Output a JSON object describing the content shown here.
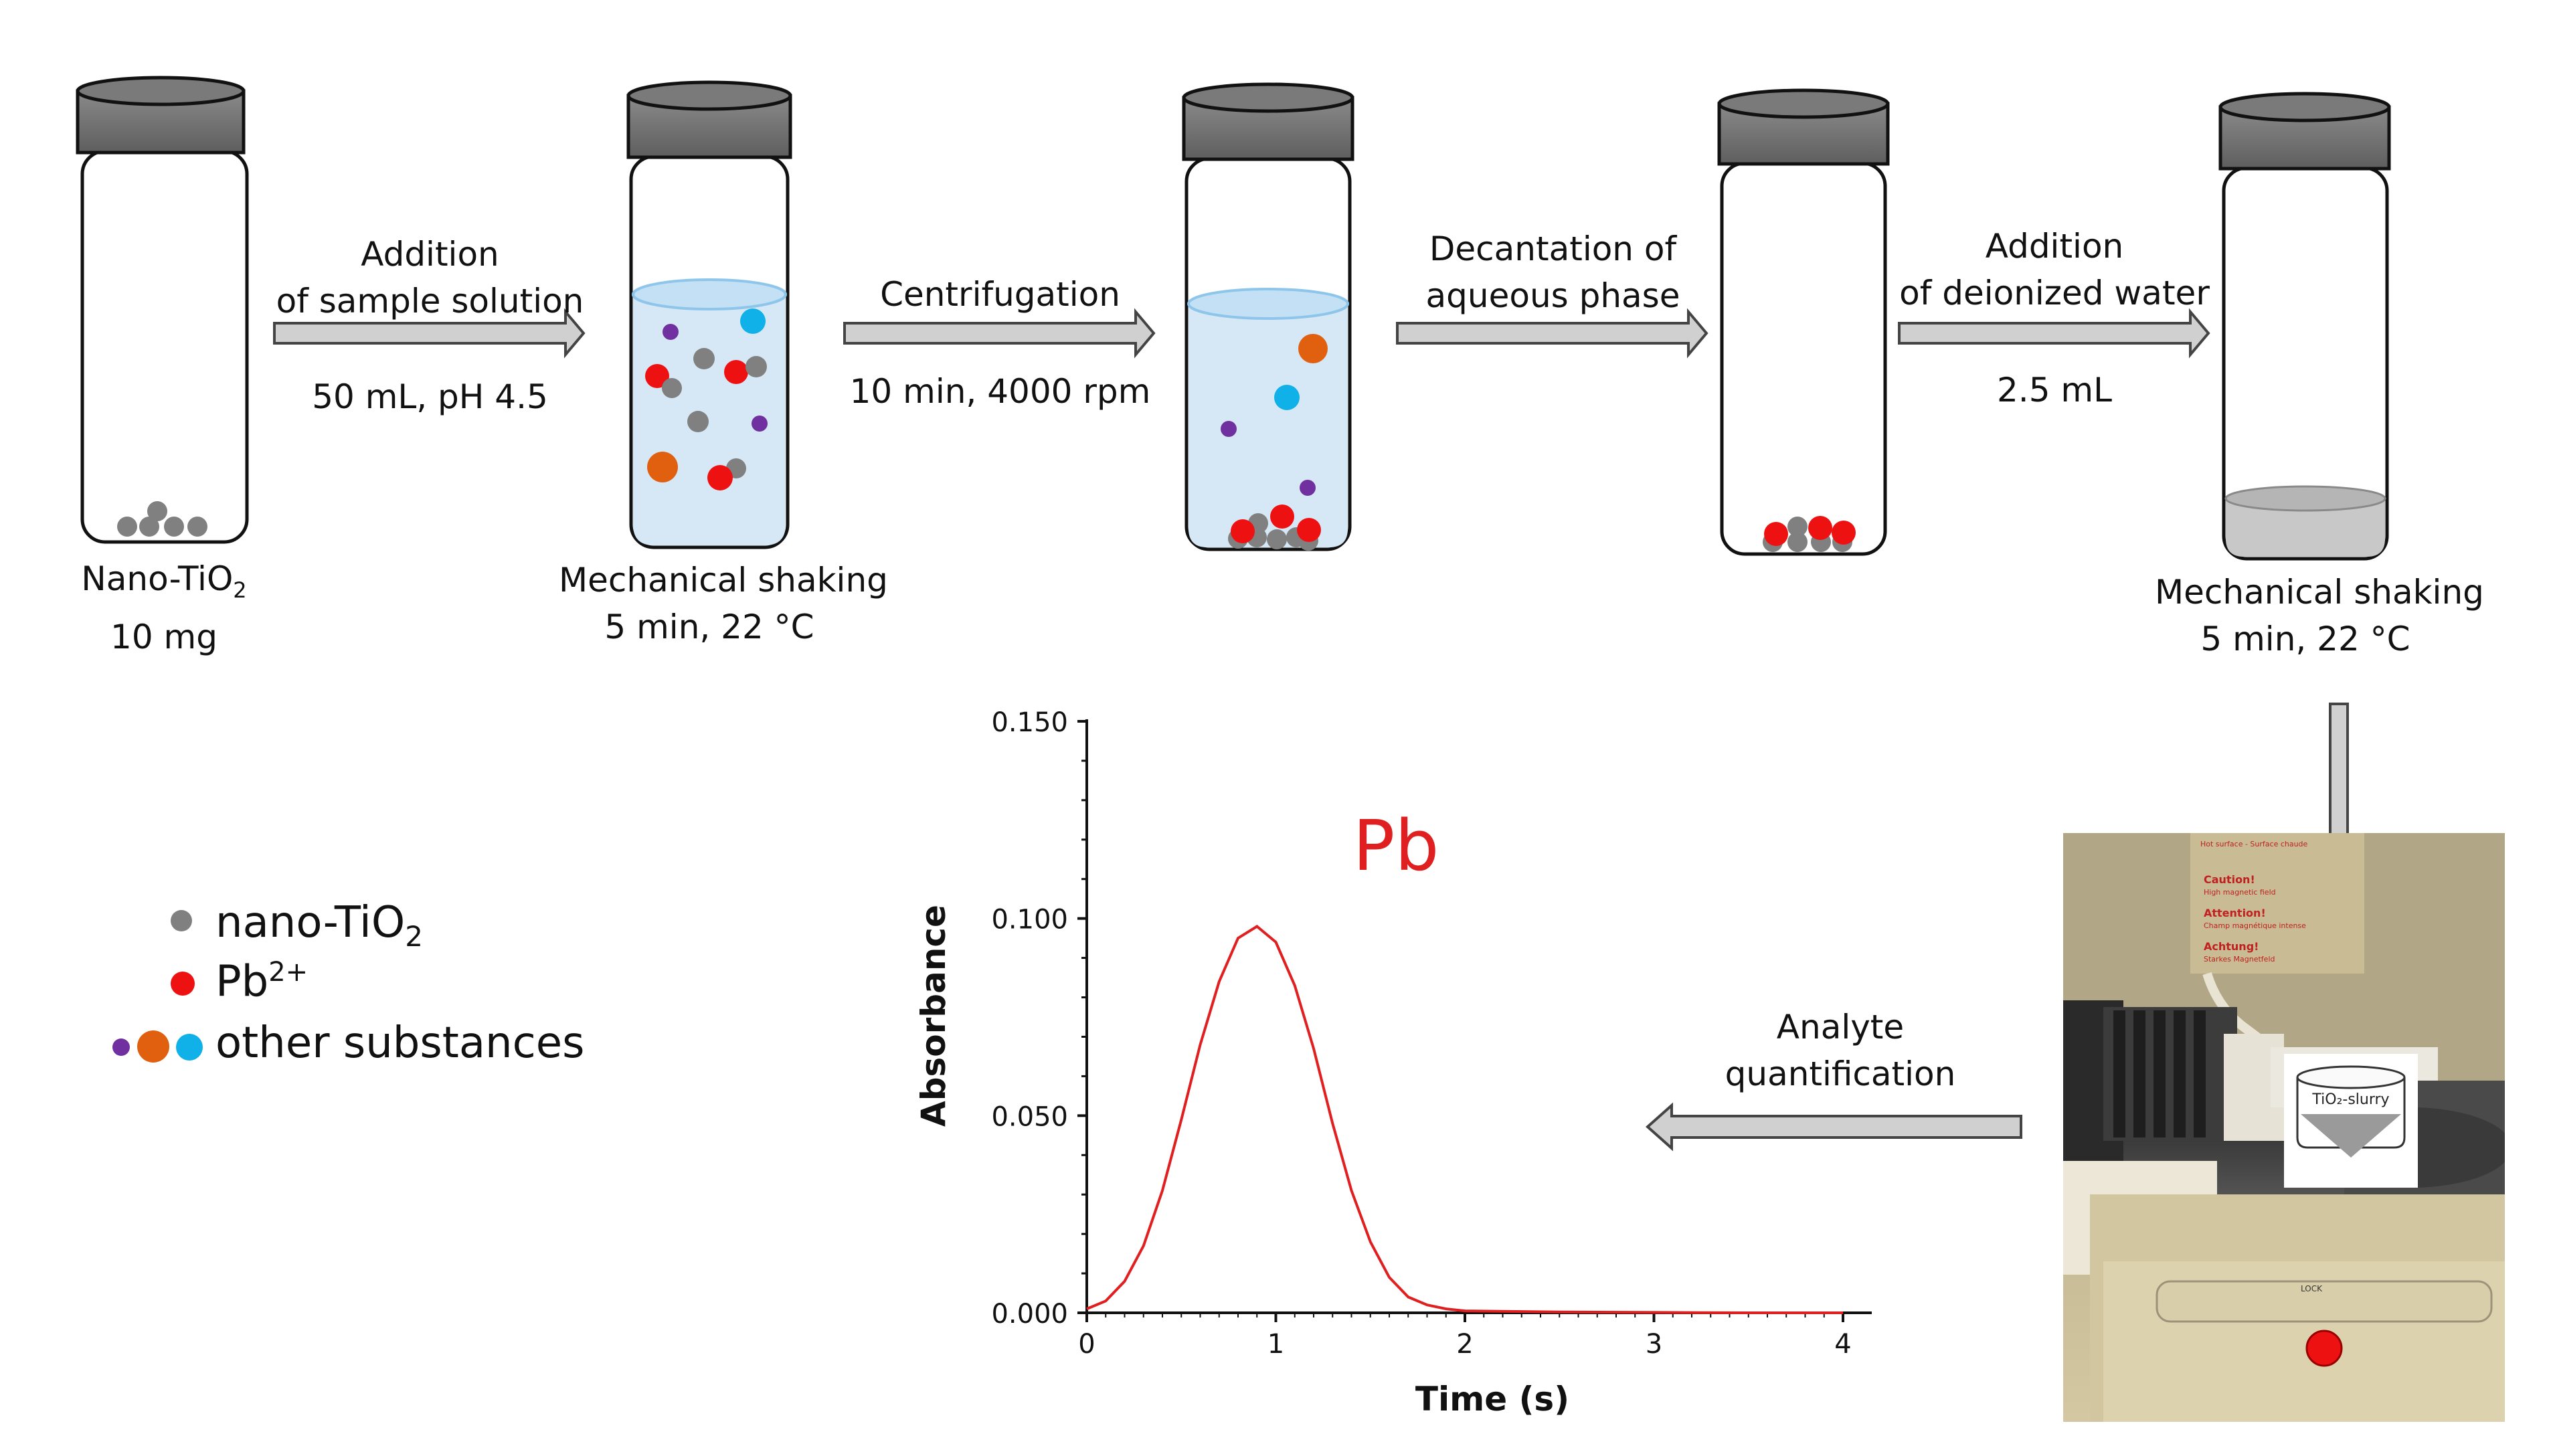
{
  "steps": [
    {
      "id": "start",
      "label_line1": "Nano-TiO",
      "label_sub": "2",
      "label_line2": "10 mg"
    },
    {
      "id": "s2",
      "label_line1": "Mechanical shaking",
      "label_line2": "5 min, 22 °C"
    },
    {
      "id": "s5",
      "label_line1": "Mechanical shaking",
      "label_line2": "5 min, 22 °C"
    }
  ],
  "arrows": [
    {
      "top1": "Addition",
      "top2": "of sample solution",
      "bottom": "50 mL, pH 4.5"
    },
    {
      "top1": "Centrifugation",
      "top2": "",
      "bottom": "10 min, 4000 rpm"
    },
    {
      "top1": "Decantation of",
      "top2": "aqueous phase",
      "bottom": ""
    },
    {
      "top1": "Addition",
      "top2": "of deionized water",
      "bottom": "2.5 mL"
    },
    {
      "top1": "Analyte",
      "top2": "quantification",
      "bottom": ""
    }
  ],
  "legend": {
    "tio2": {
      "text": "nano-TiO",
      "sub": "2"
    },
    "pb": {
      "text": "Pb",
      "sup": "2+"
    },
    "other": {
      "text": "other substances"
    }
  },
  "photo": {
    "slurry_label": "TiO₂-slurry",
    "warnings": [
      "Hot surface - Surface chaude",
      "Caution!",
      "High magnetic field",
      "Attention!",
      "Champ magnétique intense",
      "Achtung!",
      "Starkes Magnetfeld",
      "LOCK"
    ]
  },
  "colors": {
    "tio2": "#808080",
    "pb": "#ee1111",
    "other_purple": "#7030a0",
    "other_orange": "#e06010",
    "other_cyan": "#10b0e8",
    "liquid": "#d6e8f5",
    "slurry": "#c8c8c8",
    "cap": "#6f6f6f",
    "arrow_fill": "#d0d0d0",
    "curve": "#e02020",
    "pb_label": "#e02020"
  },
  "chart_data": {
    "type": "line",
    "annotation": "Pb",
    "xlabel": "Time (s)",
    "ylabel": "Absorbance",
    "xlim": [
      0,
      4
    ],
    "ylim": [
      0,
      0.15
    ],
    "xticks": [
      "0",
      "1",
      "2",
      "3",
      "4"
    ],
    "yticks": [
      "0.000",
      "0.050",
      "0.100",
      "0.150"
    ],
    "series": [
      {
        "x": [
          0,
          0.1,
          0.2,
          0.3,
          0.4,
          0.5,
          0.6,
          0.7,
          0.8,
          0.9,
          1.0,
          1.1,
          1.2,
          1.3,
          1.4,
          1.5,
          1.6,
          1.7,
          1.8,
          1.9,
          2.0,
          2.5,
          3.0,
          3.5,
          4.0
        ],
        "y": [
          0.001,
          0.003,
          0.008,
          0.017,
          0.031,
          0.049,
          0.068,
          0.084,
          0.095,
          0.098,
          0.094,
          0.083,
          0.067,
          0.048,
          0.031,
          0.018,
          0.009,
          0.004,
          0.002,
          0.001,
          0.0005,
          0.0002,
          0.0001,
          0.0,
          0.0
        ]
      }
    ]
  }
}
